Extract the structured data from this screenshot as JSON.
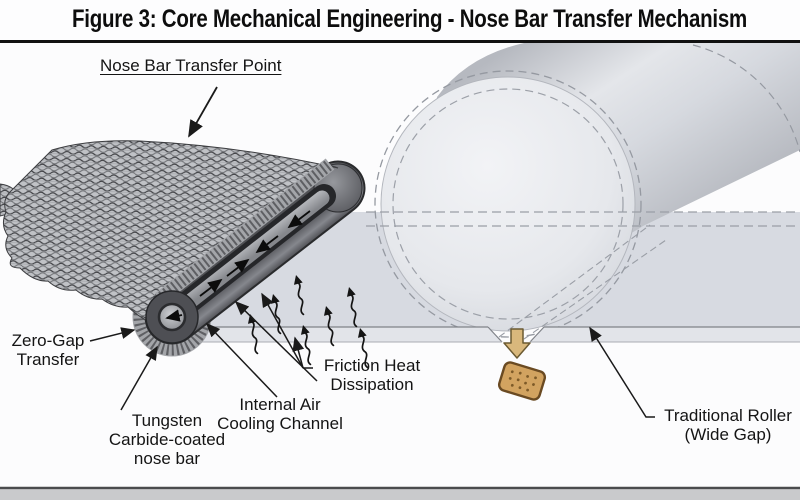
{
  "figure": {
    "title": "Figure 3: Core Mechanical Engineering - Nose Bar Transfer Mechanism"
  },
  "labels": {
    "nose_bar_transfer_point": {
      "text": "Nose Bar Transfer Point"
    },
    "zero_gap_transfer": {
      "lines": [
        "Zero-Gap",
        "Transfer"
      ]
    },
    "tungsten_nose_bar": {
      "lines": [
        "Tungsten",
        "Carbide-coated",
        "nose bar"
      ]
    },
    "internal_air_cooling": {
      "lines": [
        "Internal Air",
        "Cooling Channel"
      ]
    },
    "friction_heat": {
      "lines": [
        "Friction Heat",
        "Dissipation"
      ]
    },
    "traditional_roller": {
      "lines": [
        "Traditional Roller",
        "(Wide Gap)"
      ]
    }
  },
  "icons": {
    "drop_arrow": "down-arrow-icon",
    "heat_wave": "wavy-heat-arrow-icon",
    "airflow": "airflow-arrow-icon",
    "leader": "leader-arrow-icon"
  },
  "colors": {
    "belt_weave": "#c0c2c6",
    "nose_bar_dark": "#46474b",
    "roller_face": "#e9ebef",
    "conveyor_band": "#d7dae1",
    "band_side_strip": "#e2e4e9",
    "heat_arrow": "#141414",
    "leader_line": "#1a1a1a",
    "product_biscuit": "#d2a360",
    "drop_arrow": "#d9b87c",
    "title_rule": "#111111"
  }
}
